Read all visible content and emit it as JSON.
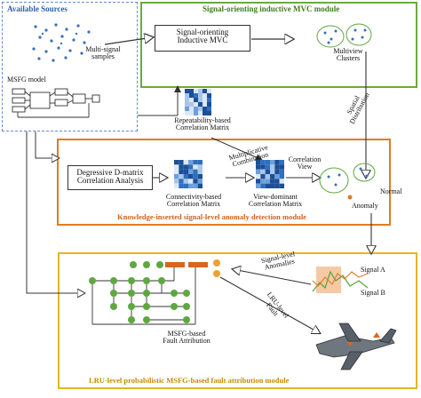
{
  "colors": {
    "sources_border": "#5b8fd0",
    "sources_title": "#2f5fa8",
    "mvc_border": "#6aab3a",
    "mvc_title": "#3f7f1f",
    "anomaly_border": "#e07b24",
    "anomaly_title": "#d1611a",
    "fault_border": "#e6b42a",
    "fault_title": "#c98a00",
    "node_green": "#5fa840",
    "matrix_blue": "#2f6fbf",
    "arrow": "#333333"
  },
  "sources": {
    "title": "Available Sources",
    "multi_signal_label": [
      "Multi-signal",
      "samples"
    ],
    "msfg_label": "MSFG model"
  },
  "mvc_module": {
    "title": "Signal-orienting inductive MVC module",
    "box_label": [
      "Signal-orienting",
      "Inductive MVC"
    ],
    "clusters_label": [
      "Multiview",
      "Clusters"
    ]
  },
  "repeatability_label": [
    "Repeatability-based",
    "Correlation Matrix"
  ],
  "spatial_label": [
    "Spatial",
    "Distribution"
  ],
  "anomaly_module": {
    "title": "Knowledge-inserted signal-level anomaly detection module",
    "dmatrix_label": [
      "Degressive D-matrix",
      "Correlation Analysis"
    ],
    "connectivity_label": [
      "Connectivity-based",
      "Correlation Matrix"
    ],
    "multiplicative_label": [
      "Multiplicative",
      "Combination"
    ],
    "view_dominant_label": [
      "View-dominant",
      "Correlation Matrix"
    ],
    "correlation_view_label": [
      "Correlation",
      "View"
    ],
    "normal_label": "Normal",
    "anomaly_label": "Anomaly"
  },
  "fault_module": {
    "title": "LRU-level probabilistic MSFG-based fault attribution module",
    "msfg_attr_label": [
      "MSFG-based",
      "Fault Attribution"
    ],
    "signal_anomalies_label": [
      "Signal-level",
      "Anomalies"
    ],
    "lru_fault_label": [
      "LRU-level",
      "Fault"
    ],
    "signal_a": "Signal A",
    "signal_b": "Signal B"
  }
}
